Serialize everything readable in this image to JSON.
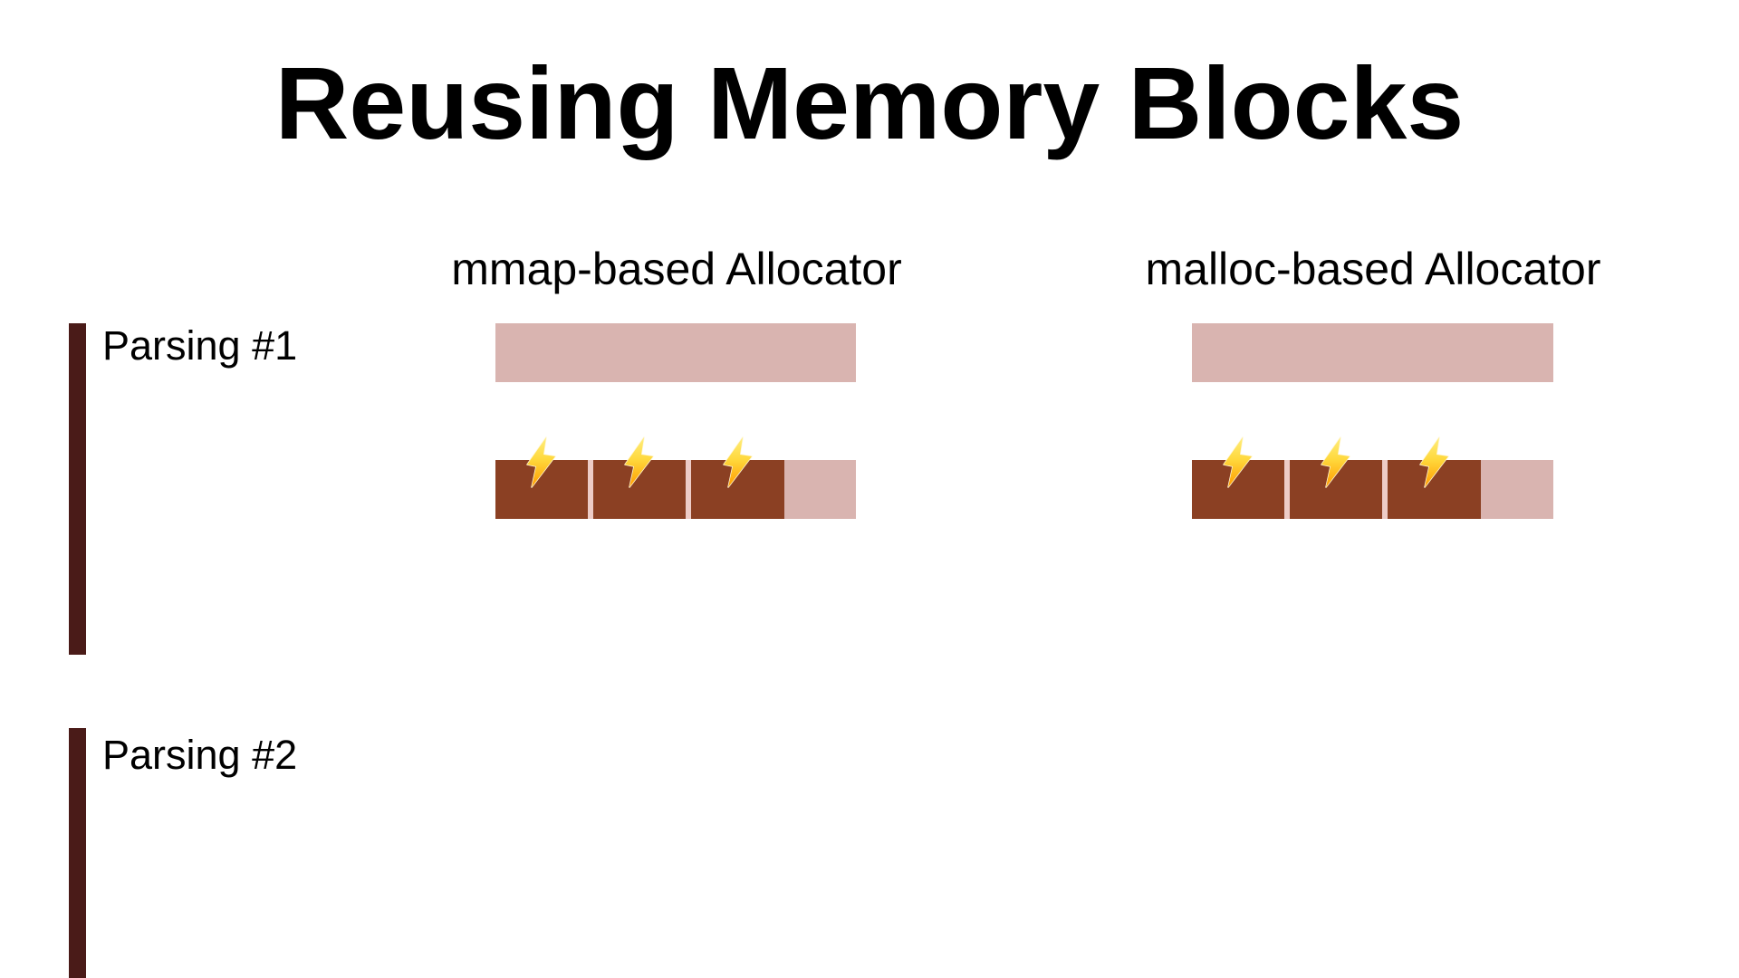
{
  "slide": {
    "title": "Reusing Memory Blocks"
  },
  "columns": [
    {
      "id": "mmap",
      "label": "mmap-based Allocator"
    },
    {
      "id": "malloc",
      "label": "malloc-based Allocator"
    }
  ],
  "rows": [
    {
      "id": "parsing-1",
      "label": "Parsing #1"
    },
    {
      "id": "parsing-2",
      "label": "Parsing #2"
    }
  ],
  "icons": {
    "bolt": {
      "name": "high-voltage-bolt",
      "glyph": "⚡"
    }
  },
  "colors": {
    "background": "#ffffff",
    "text": "#000000",
    "free_memory": "#d9b4b0",
    "used_memory": "#8b4023",
    "block_gap": "#edccc7",
    "row_marker": "#4a1b18",
    "bolt_fill_top": "#ffee7d",
    "bolt_fill_mid": "#ffd83b",
    "bolt_fill_bottom": "#ff9b00",
    "bolt_outline": "#fff6d8"
  },
  "memory_state": [
    {
      "row": "Parsing #1",
      "allocators": [
        {
          "name": "mmap",
          "bars": [
            {
              "kind": "reserved",
              "segments": [
                {
                  "type": "free",
                  "fraction": 1.0
                }
              ]
            },
            {
              "kind": "in-use",
              "segments": [
                {
                  "type": "used",
                  "bolt": true
                },
                {
                  "type": "used",
                  "bolt": true
                },
                {
                  "type": "used",
                  "bolt": true
                },
                {
                  "type": "free",
                  "fraction": 0.2
                }
              ]
            }
          ]
        },
        {
          "name": "malloc",
          "bars": [
            {
              "kind": "reserved",
              "segments": [
                {
                  "type": "free",
                  "fraction": 1.0
                }
              ]
            },
            {
              "kind": "in-use",
              "segments": [
                {
                  "type": "used",
                  "bolt": true
                },
                {
                  "type": "used",
                  "bolt": true
                },
                {
                  "type": "used",
                  "bolt": true
                },
                {
                  "type": "free",
                  "fraction": 0.2
                }
              ]
            }
          ]
        }
      ]
    },
    {
      "row": "Parsing #2",
      "allocators": []
    }
  ]
}
